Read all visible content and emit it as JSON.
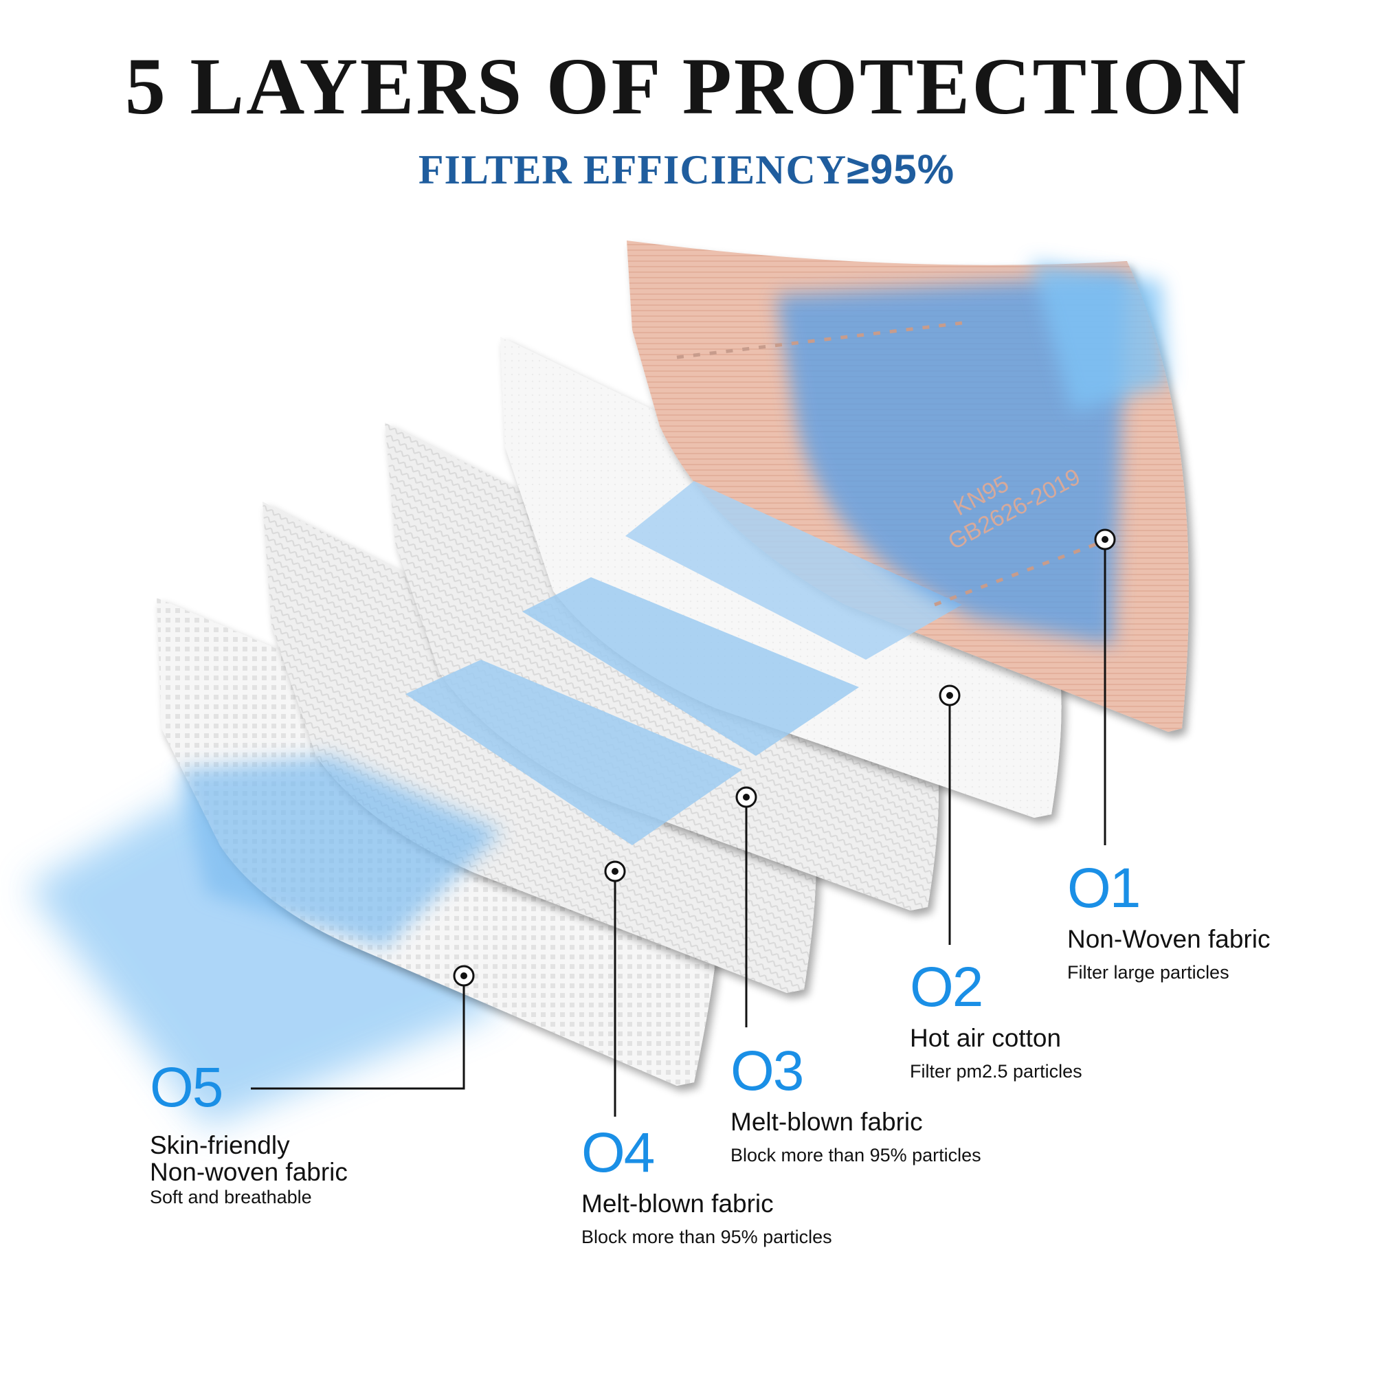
{
  "title": "5 LAYERS OF PROTECTION",
  "subtitle": {
    "prefix": "FILTER EFFICIENCY",
    "value": "≥95%"
  },
  "mask_print": {
    "line1": "KN95",
    "line2": "GB2626-2019"
  },
  "layers": [
    {
      "number": "O1",
      "name": "Non-Woven fabric",
      "desc": "Filter large particles"
    },
    {
      "number": "O2",
      "name": "Hot air cotton",
      "desc": "Filter pm2.5 particles"
    },
    {
      "number": "O3",
      "name": "Melt-blown fabric",
      "desc": "Block more than 95% particles"
    },
    {
      "number": "O4",
      "name": "Melt-blown fabric",
      "desc": "Block more than 95% particles"
    },
    {
      "number": "O5",
      "name_line1": "Skin-friendly",
      "name_line2": "Non-woven fabric",
      "desc": "Soft and breathable"
    }
  ],
  "colors": {
    "number_blue": "#1a8fe6",
    "subtitle_blue": "#1f5d9e",
    "airflow_blue": "#6fb4ef",
    "outer_layer": "#ecc0ae"
  }
}
